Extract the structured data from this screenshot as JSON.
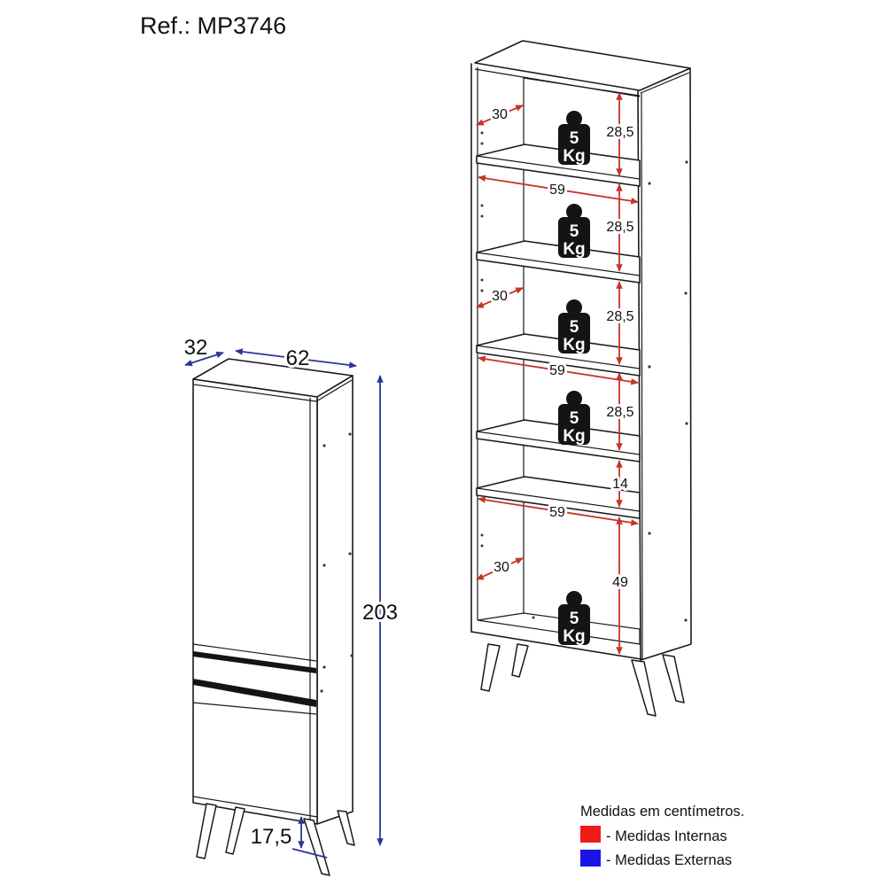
{
  "title": "Ref.: MP3746",
  "colors": {
    "internal": "#ed1c16",
    "external": "#1b14e8",
    "arrow_red": "#c63428",
    "arrow_blue": "#2b3597"
  },
  "closed_view": {
    "depth": "32",
    "width": "62",
    "height": "203",
    "leg_height": "17,5"
  },
  "open_view": {
    "shelf_depth": "30",
    "inner_width": "59",
    "shelf_gap": "28,5",
    "niche_height": "14",
    "bottom_height": "49",
    "weight": {
      "value": "5",
      "unit": "Kg"
    }
  },
  "legend": {
    "note": "Medidas em centímetros.",
    "internal_label": "- Medidas Internas",
    "external_label": "- Medidas Externas"
  }
}
